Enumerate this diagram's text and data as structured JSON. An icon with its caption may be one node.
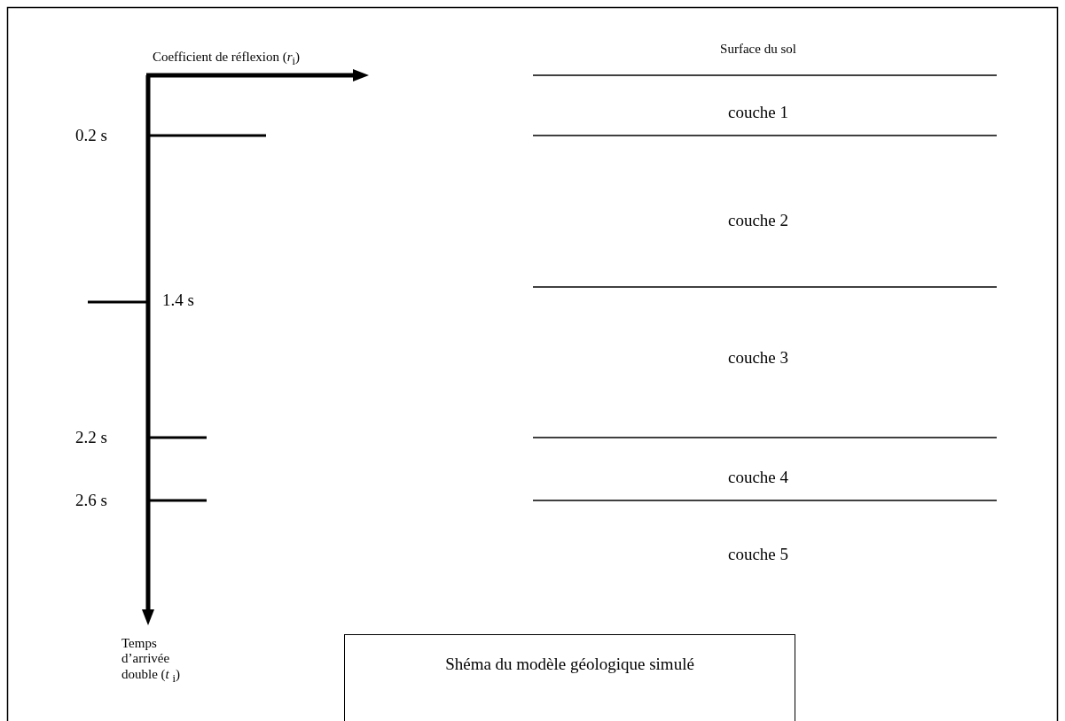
{
  "diagram": {
    "nodes": [
      {
        "text": [
          "Shéma du modèle géologique simulé"
        ]
      }
    ],
    "edges": [],
    "labels": [
      "Coefficient de réflexion (*r*$_{i}$)",
      "Surface du sol",
      "couche 1",
      "0.2 s",
      "couche 2",
      "1.4 s",
      "couche 3",
      "2.2 s",
      "couche 4",
      "2.6 s",
      "couche 5",
      "Temps d’arrivée double (*t* $_{i}$)"
    ]
  }
}
